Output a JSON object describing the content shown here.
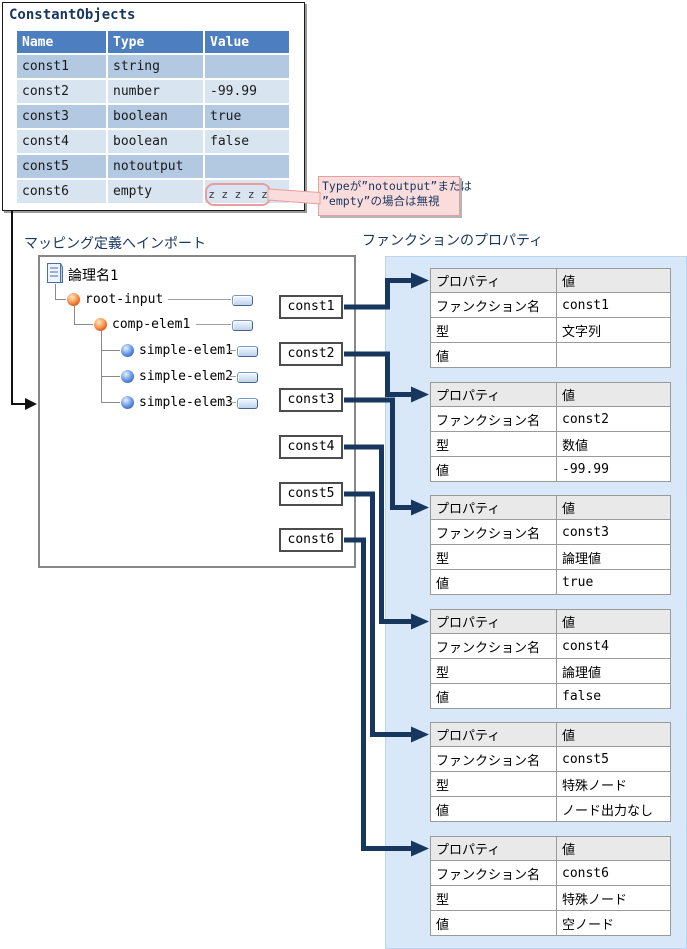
{
  "constant_objects": {
    "title": "ConstantObjects",
    "columns": [
      "Name",
      "Type",
      "Value"
    ],
    "rows": [
      {
        "name": "const1",
        "type": "string",
        "value": ""
      },
      {
        "name": "const2",
        "type": "number",
        "value": "-99.99"
      },
      {
        "name": "const3",
        "type": "boolean",
        "value": "true"
      },
      {
        "name": "const4",
        "type": "boolean",
        "value": "false"
      },
      {
        "name": "const5",
        "type": "notoutput",
        "value": ""
      },
      {
        "name": "const6",
        "type": "empty",
        "value": ""
      }
    ]
  },
  "ignored_marker": {
    "text": "z z z z z"
  },
  "callout": {
    "line1": "Typeが”notoutput”または",
    "line2": "”empty”の場合は無視"
  },
  "labels": {
    "mapping_pane": "マッピング定義へインポート",
    "function_props": "ファンクションのプロパティ"
  },
  "tree": {
    "root_label": "論理名1",
    "nodes": [
      {
        "label": "root-input",
        "kind": "complex"
      },
      {
        "label": "comp-elem1",
        "kind": "complex"
      },
      {
        "label": "simple-elem1",
        "kind": "simple"
      },
      {
        "label": "simple-elem2",
        "kind": "simple"
      },
      {
        "label": "simple-elem3",
        "kind": "simple"
      }
    ]
  },
  "const_boxes": [
    "const1",
    "const2",
    "const3",
    "const4",
    "const5",
    "const6"
  ],
  "prop_labels": {
    "header": [
      "プロパティ",
      "値"
    ],
    "rows": [
      "ファンクション名",
      "型",
      "値"
    ]
  },
  "property_tables": [
    {
      "function_name": "const1",
      "type_label": "文字列",
      "value": ""
    },
    {
      "function_name": "const2",
      "type_label": "数値",
      "value": "-99.99"
    },
    {
      "function_name": "const3",
      "type_label": "論理値",
      "value": "true"
    },
    {
      "function_name": "const4",
      "type_label": "論理値",
      "value": "false"
    },
    {
      "function_name": "const5",
      "type_label": "特殊ノード",
      "value": "ノード出力なし"
    },
    {
      "function_name": "const6",
      "type_label": "特殊ノード",
      "value": "空ノード"
    }
  ],
  "colors": {
    "accent_navy": "#17375e",
    "table_header_blue": "#4d7ebf",
    "row_odd": "#b3c9e2",
    "row_even": "#d9e4f1",
    "panel_blue": "#d9e8f8",
    "callout_pink": "#fadcdc",
    "callout_border": "#e89e9e"
  }
}
